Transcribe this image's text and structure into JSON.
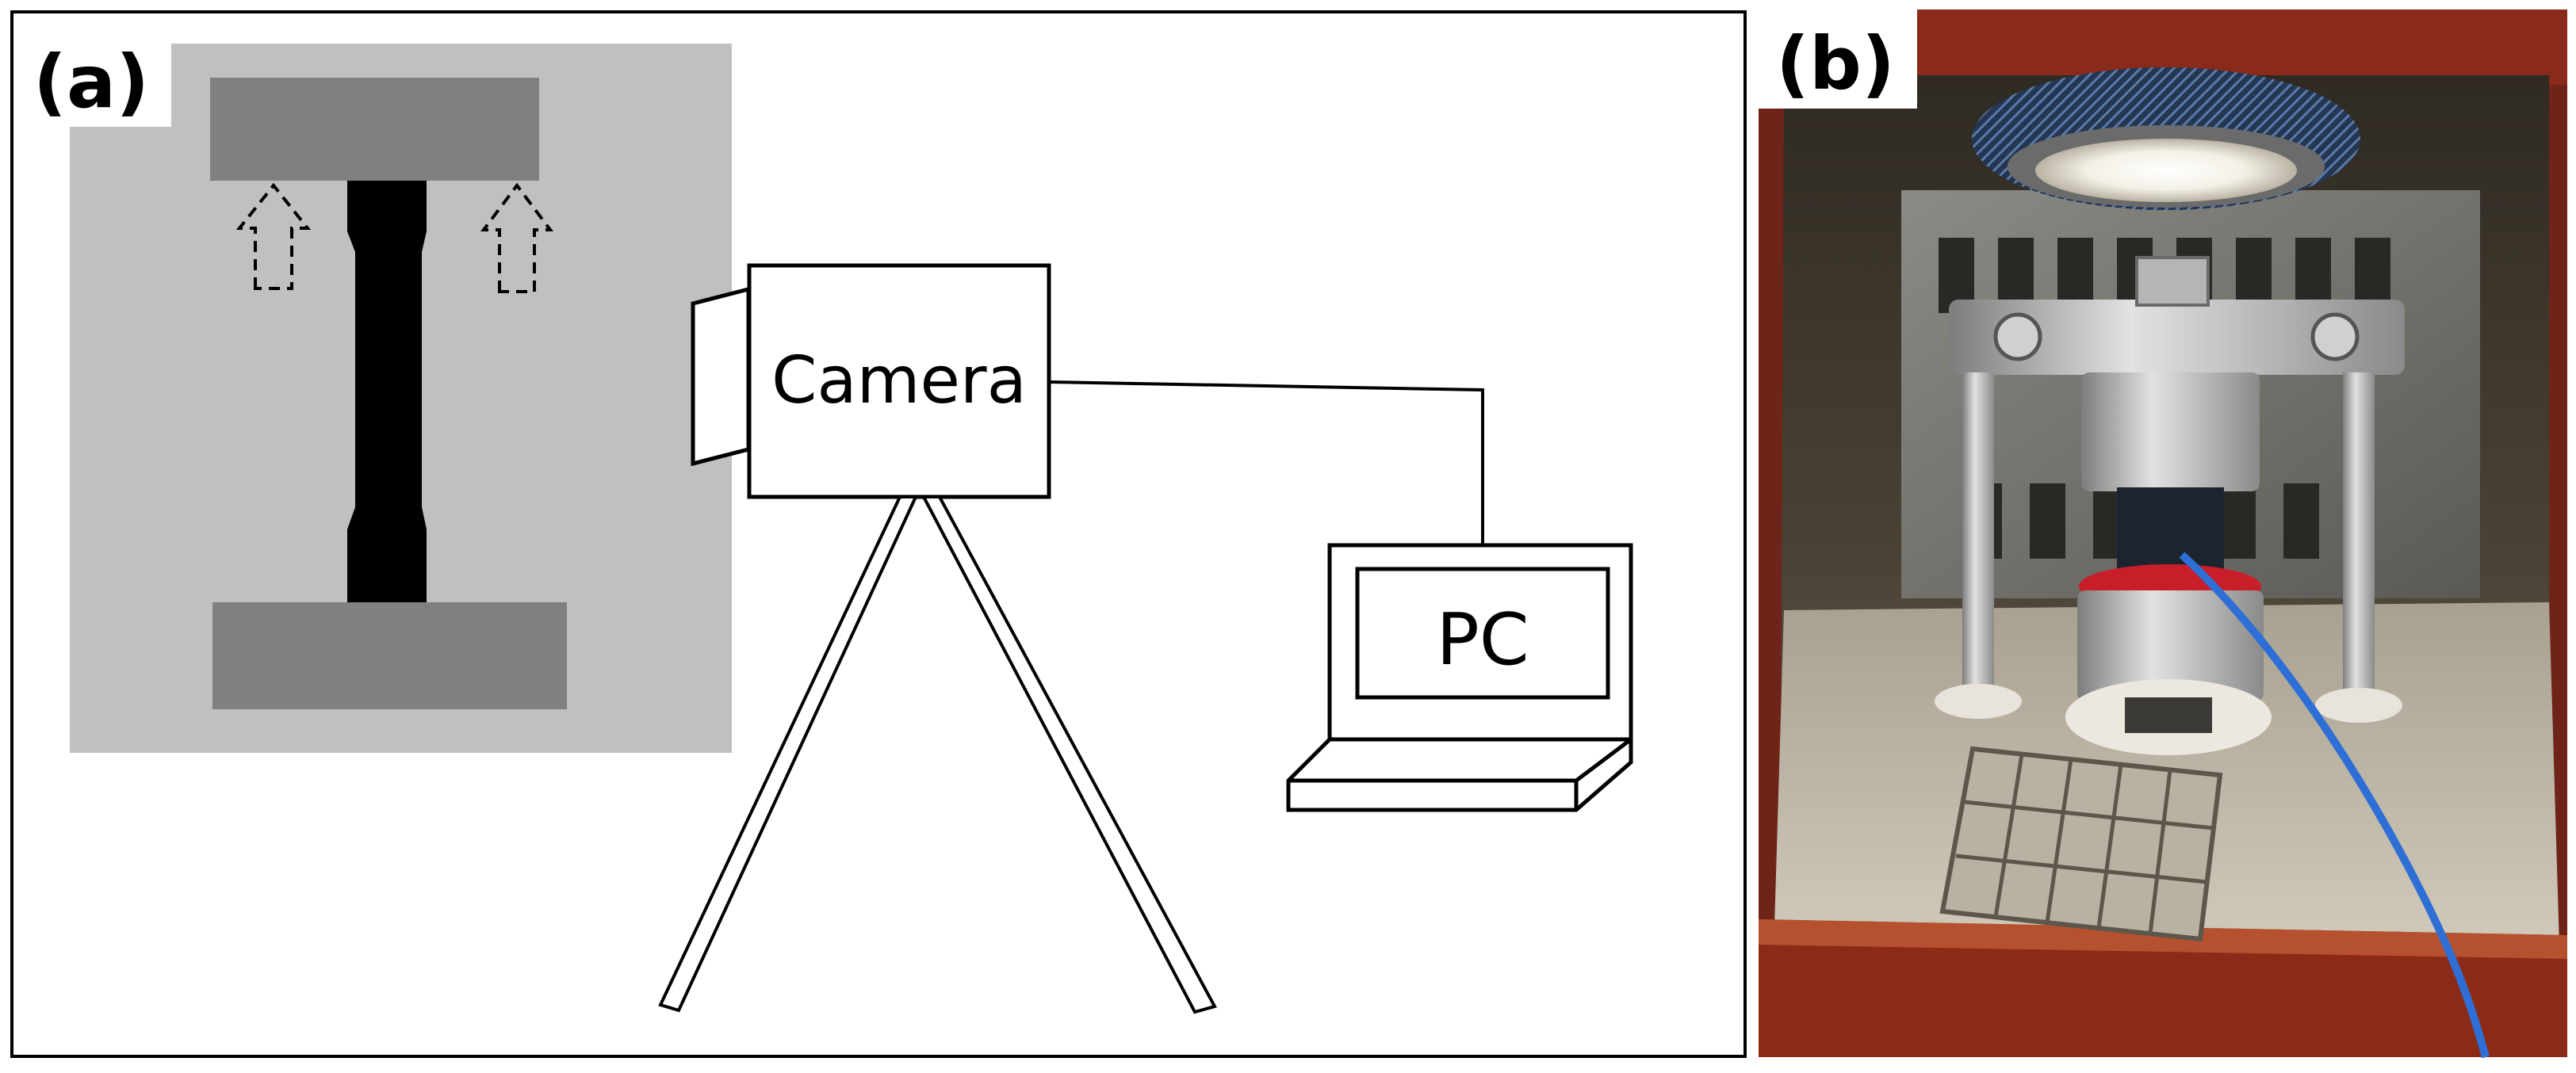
{
  "panel_a": {
    "label": "(a)",
    "camera_label": "Camera",
    "pc_label": "PC"
  },
  "panel_b": {
    "label": "(b)"
  },
  "colors": {
    "frame_background": "#c0c0c0",
    "grip": "#808080",
    "specimen": "#000000",
    "outline": "#000000",
    "photo_chamber": "#3a3328",
    "photo_enclosure_red": "#8a2a1a",
    "steel": "#b8b8b8",
    "cable_blue": "#2d6fd6"
  },
  "icons": {
    "load_arrows": "dashed-up-arrow",
    "camera": "camera-box",
    "tripod": "tripod-legs",
    "laptop": "laptop-pc"
  }
}
